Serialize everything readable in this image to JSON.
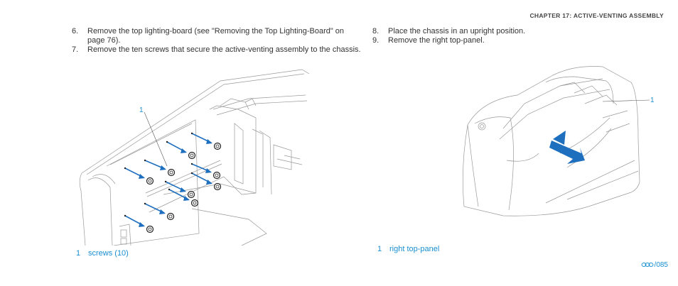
{
  "header": {
    "chapter": "CHAPTER 17: ACTIVE-VENTING ASSEMBLY"
  },
  "steps_left": [
    {
      "num": "6.",
      "text": "Remove the top lighting-board (see \"Removing the Top Lighting-Board\" on page 76)."
    },
    {
      "num": "7.",
      "text": "Remove the ten screws that secure the active-venting assembly to the chassis."
    }
  ],
  "steps_right": [
    {
      "num": "8.",
      "text": "Place the chassis in an upright position."
    },
    {
      "num": "9.",
      "text": "Remove the right top-panel."
    }
  ],
  "figure_left": {
    "callout": "1",
    "caption_num": "1",
    "caption_text": "screws (10)"
  },
  "figure_right": {
    "callout": "1",
    "caption_num": "1",
    "caption_text": "right top-panel"
  },
  "footer": {
    "page": "085",
    "logo_icon": "alienware-logo-icon"
  },
  "colors": {
    "accent": "#1a8fd0",
    "text": "#333333"
  }
}
